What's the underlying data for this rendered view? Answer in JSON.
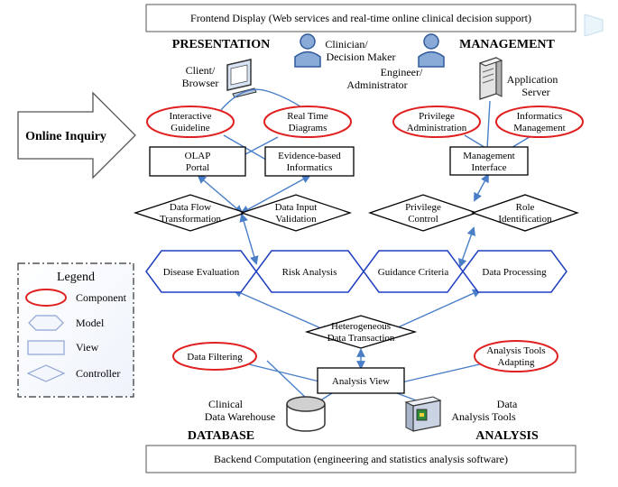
{
  "frontend_label": "Frontend Display (Web services and real-time online clinical decision support)",
  "backend_label": "Backend Computation (engineering and statistics analysis software)",
  "sections": {
    "presentation": "PRESENTATION",
    "management": "MANAGEMENT",
    "database": "DATABASE",
    "analysis": "ANALYSIS"
  },
  "online_inquiry": "Online Inquiry",
  "actors": {
    "clinician": [
      "Clinician/",
      "Decision Maker"
    ],
    "engineer": [
      "Engineer/",
      "Administrator"
    ],
    "client": [
      "Client/",
      "Browser"
    ],
    "app_server": [
      "Application",
      "Server"
    ],
    "warehouse": [
      "Clinical",
      "Data Warehouse"
    ],
    "analysis_tools": [
      "Data",
      "Analysis Tools"
    ]
  },
  "components": {
    "interactive_guideline": [
      "Interactive",
      "Guideline"
    ],
    "real_time_diagrams": [
      "Real Time",
      "Diagrams"
    ],
    "privilege_admin": [
      "Privilege",
      "Administration"
    ],
    "informatics_mgmt": [
      "Informatics",
      "Management"
    ],
    "data_filtering": [
      "Data Filtering"
    ],
    "analysis_tools_adapting": [
      "Analysis Tools",
      "Adapting"
    ]
  },
  "views": {
    "olap_portal": [
      "OLAP",
      "Portal"
    ],
    "evidence_informatics": [
      "Evidence-based",
      "Informatics"
    ],
    "management_interface": [
      "Management",
      "Interface"
    ],
    "analysis_view": [
      "Analysis View"
    ]
  },
  "controllers": {
    "data_flow": [
      "Data Flow",
      "Transformation"
    ],
    "data_input": [
      "Data Input",
      "Validation"
    ],
    "privilege_control": [
      "Privilege",
      "Control"
    ],
    "role_identification": [
      "Role",
      "Identification"
    ],
    "heterogeneous": [
      "Heterogeneous",
      "Data Transaction"
    ]
  },
  "models": {
    "disease_evaluation": "Disease Evaluation",
    "risk_analysis": "Risk Analysis",
    "guidance_criteria": "Guidance Criteria",
    "data_processing": "Data Processing"
  },
  "legend": {
    "title": "Legend",
    "items": [
      "Component",
      "Model",
      "View",
      "Controller"
    ]
  },
  "colors": {
    "component_border": "#e02020",
    "model_border": "#1f3fbf",
    "connector": "#4a7fc8",
    "user_icon": "#8aaad8"
  }
}
